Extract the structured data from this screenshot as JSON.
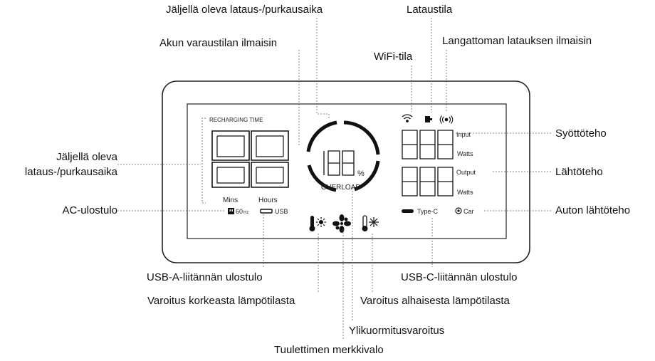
{
  "callouts": {
    "remaining_time_top": "Jäljellä oleva lataus-/purkausaika",
    "charging_status": "Lataustila",
    "battery_indicator": "Akun varaustilan ilmaisin",
    "wireless_charging": "Langattoman latauksen ilmaisin",
    "wifi_status": "WiFi-tila",
    "remaining_time_left_line1": "Jäljellä oleva",
    "remaining_time_left_line2": "lataus-/purkausaika",
    "input_power": "Syöttöteho",
    "output_power": "Lähtöteho",
    "ac_output": "AC-ulostulo",
    "car_output": "Auton lähtöteho",
    "usb_a_output": "USB-A-liitännän ulostulo",
    "usb_c_output": "USB-C-liitännän ulostulo",
    "high_temp_warning": "Varoitus korkeasta lämpötilasta",
    "low_temp_warning": "Varoitus alhaisesta lämpötilasta",
    "overload_warning": "Ylikuormitusvaroitus",
    "fan_indicator": "Tuulettimen merkkivalo"
  },
  "display": {
    "recharging_time": "RECHARGING TIME",
    "mins": "Mins",
    "hours": "Hours",
    "ac_freq": "60",
    "ac_unit": "Hz",
    "usb": "USB",
    "percent": "%",
    "overload": "OVERLOAD",
    "input": "Input",
    "output": "Output",
    "watts_input": "Watts",
    "watts_output": "Watts",
    "type_c": "Type-C",
    "car": "Car"
  },
  "icons": [
    "wifi-icon",
    "charging-status-icon",
    "wireless-charging-icon",
    "ac-outlet-icon",
    "usb-a-port-icon",
    "usb-c-port-icon",
    "car-port-icon",
    "high-temperature-icon",
    "fan-icon",
    "low-temperature-icon"
  ]
}
